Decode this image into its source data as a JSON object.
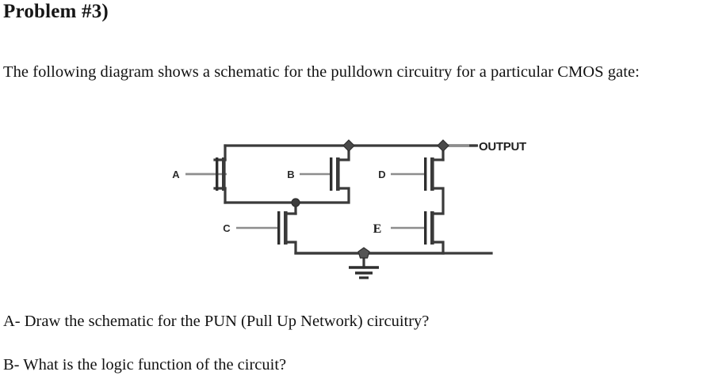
{
  "document": {
    "heading": "Problem #3)",
    "paragraph": "The following diagram shows a schematic for the pulldown circuitry for a particular CMOS gate:",
    "question_a": "A- Draw the schematic for the PUN (Pull Up Network) circuitry?",
    "question_b": "B- What is the logic function of the circuit?"
  },
  "schematic": {
    "type": "cmos-pulldown-network",
    "output_label": "OUTPUT",
    "ground_symbol": "earth-ground",
    "transistors": [
      {
        "id": "A",
        "gate_label": "A",
        "device": "nmos",
        "position": "left-upper",
        "note": "parallel with B, top of left branch"
      },
      {
        "id": "B",
        "gate_label": "B",
        "device": "nmos",
        "position": "middle-upper",
        "note": "parallel with A, top of left branch"
      },
      {
        "id": "C",
        "gate_label": "C",
        "device": "nmos",
        "position": "left-lower",
        "note": "series below A/B parallel pair"
      },
      {
        "id": "D",
        "gate_label": "D",
        "device": "nmos",
        "position": "right-upper",
        "note": "series with E on right branch"
      },
      {
        "id": "E",
        "gate_label": "E",
        "device": "nmos",
        "position": "right-lower",
        "note": "series with D on right branch"
      }
    ],
    "nodes": [
      {
        "name": "output-node",
        "shape": "diamond"
      },
      {
        "name": "top-rail-junction",
        "shape": "diamond"
      },
      {
        "name": "mid-rail-junction",
        "shape": "circle"
      },
      {
        "name": "ground-node",
        "shape": "pentagon"
      }
    ],
    "colors": {
      "wire": "#3a3a3a",
      "wire_light": "#8d8d8d",
      "node": "#4a4a4a",
      "text": "#1a1a1a"
    }
  }
}
